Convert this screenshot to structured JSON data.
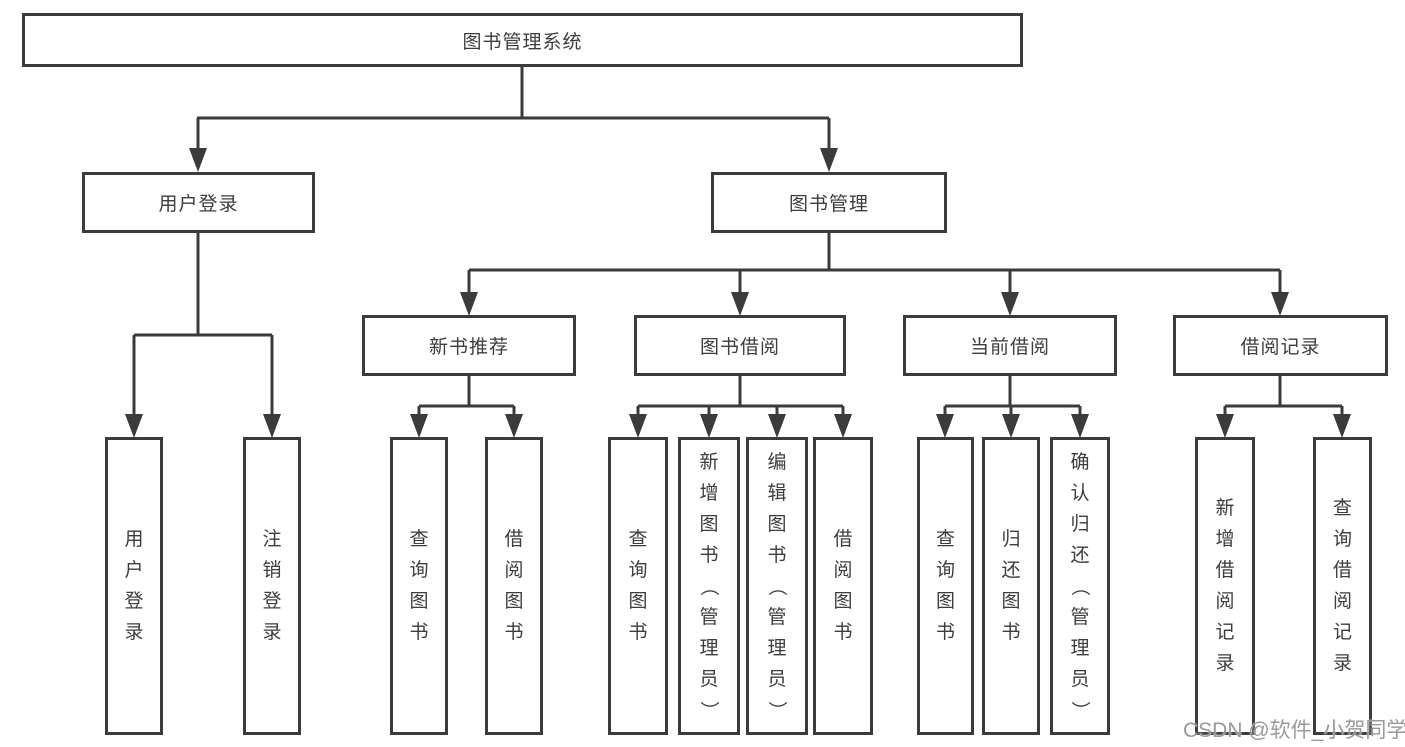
{
  "diagram": {
    "root": {
      "label": "图书管理系统",
      "children": [
        {
          "label": "用户登录",
          "children": [
            {
              "label": "用户登录"
            },
            {
              "label": "注销登录"
            }
          ]
        },
        {
          "label": "图书管理",
          "children": [
            {
              "label": "新书推荐",
              "children": [
                {
                  "label": "查询图书"
                },
                {
                  "label": "借阅图书"
                }
              ]
            },
            {
              "label": "图书借阅",
              "children": [
                {
                  "label": "查询图书"
                },
                {
                  "label": "新增图书（管理员）"
                },
                {
                  "label": "编辑图书（管理员）"
                },
                {
                  "label": "借阅图书"
                }
              ]
            },
            {
              "label": "当前借阅",
              "children": [
                {
                  "label": "查询图书"
                },
                {
                  "label": "归还图书"
                },
                {
                  "label": "确认归还（管理员）"
                }
              ]
            },
            {
              "label": "借阅记录",
              "children": [
                {
                  "label": "新增借阅记录"
                },
                {
                  "label": "查询借阅记录"
                }
              ]
            }
          ]
        }
      ]
    },
    "colors": {
      "line": "#3b3b3b",
      "box_background": "#ffffff",
      "text": "#3d3d3d",
      "watermark": "#9a9a9a"
    }
  },
  "watermark": {
    "text": "CSDN @软件_小贺同学"
  }
}
